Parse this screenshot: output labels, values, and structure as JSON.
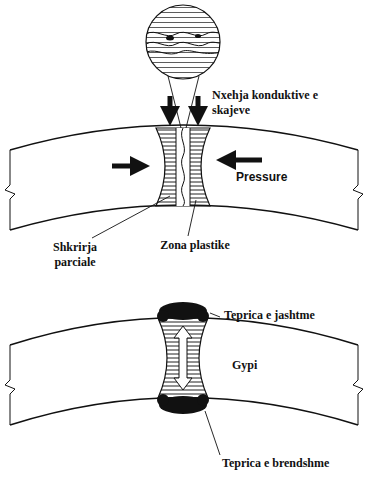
{
  "diagram": {
    "labels": [
      "Nxehja konduktive e skajeve",
      "Pressure",
      "Shkrirja parciale",
      "Zona plastike",
      "Teprica e jashtme",
      "Gypi",
      "Teprica e brendshme"
    ]
  }
}
